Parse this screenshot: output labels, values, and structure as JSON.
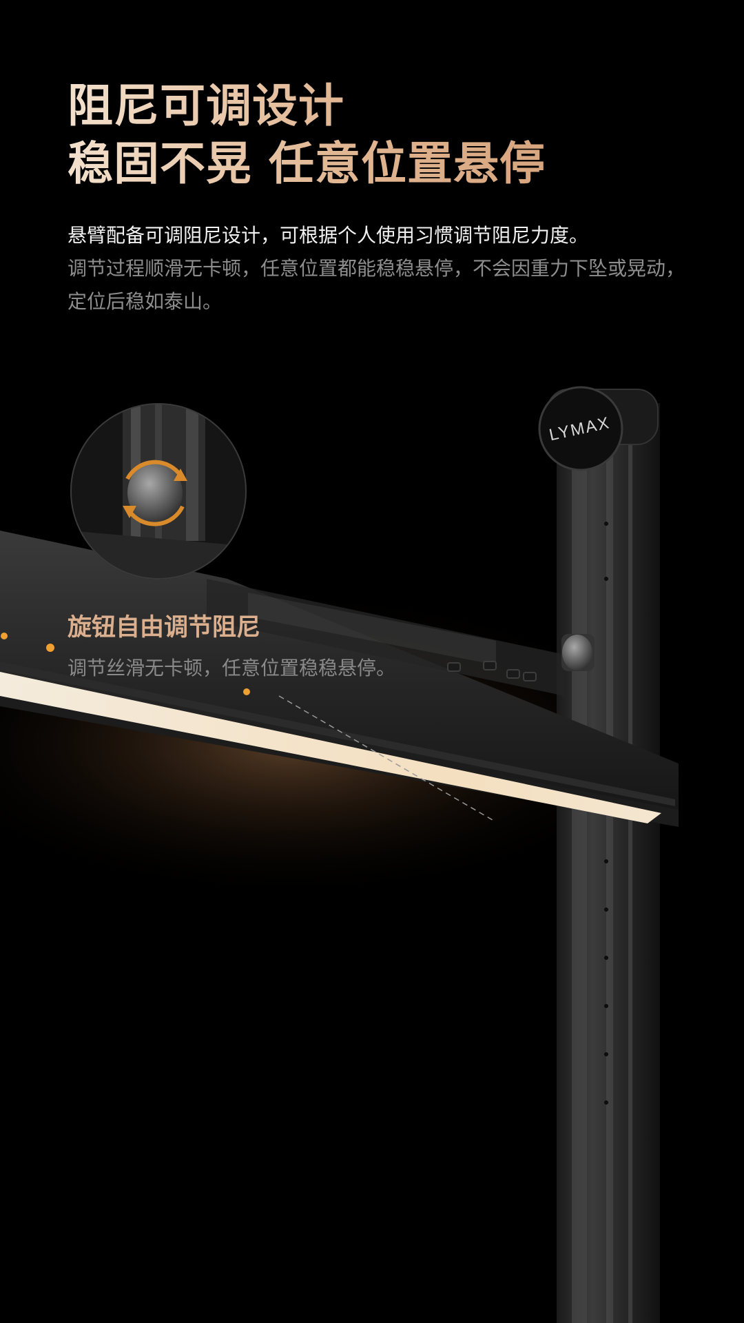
{
  "headline": {
    "line1": "阻尼可调设计",
    "line2": "稳固不晃 任意位置悬停"
  },
  "description": {
    "lead": "悬臂配备可调阻尼设计，可根据个人使用习惯调节阻尼力度。",
    "rest": "调节过程顺滑无卡顿，任意位置都能稳稳悬停，不会因重力下坠或晃动，定位后稳如泰山。"
  },
  "brand": {
    "logo_text": "LYMAX"
  },
  "feature": {
    "title": "旋钮自由调节阻尼",
    "desc": "调节丝滑无卡顿，任意位置稳稳悬停。"
  },
  "colors": {
    "background": "#000000",
    "accent": "#dcb08e",
    "light_glow": "#ffe9c8",
    "indicator": "#f0a030"
  }
}
